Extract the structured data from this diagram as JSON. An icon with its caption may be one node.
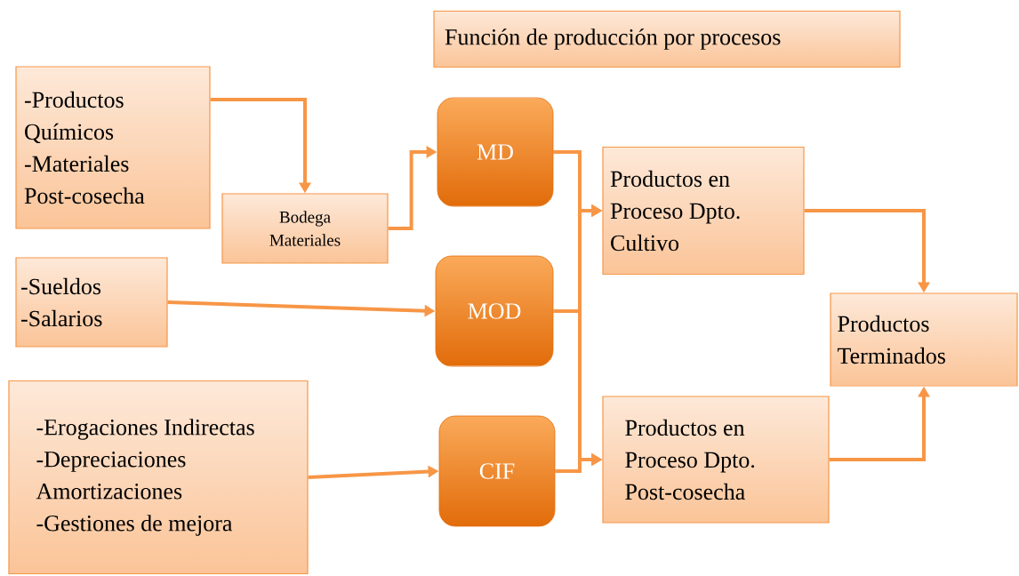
{
  "diagram": {
    "nodes": [
      {
        "text": [
          "Función de producción por procesos"
        ]
      },
      {
        "text": [
          "-Productos Químicos",
          "-Materiales Post-cosecha"
        ]
      },
      {
        "text": [
          "Bodega Materiales"
        ]
      },
      {
        "text": [
          "MD"
        ]
      },
      {
        "text": [
          "-Sueldos",
          "-Salarios"
        ]
      },
      {
        "text": [
          "MOD"
        ]
      },
      {
        "text": [
          "-Erogaciones Indirectas",
          "-Depreciaciones Amortizaciones",
          "-Gestiones de mejora"
        ]
      },
      {
        "text": [
          "CIF"
        ]
      },
      {
        "text": [
          "Productos en Proceso Dpto. Cultivo"
        ]
      },
      {
        "text": [
          "Productos en Proceso Dpto. Post-cosecha"
        ]
      },
      {
        "text": [
          "Productos Terminados"
        ]
      }
    ],
    "edges": [
      {
        "from": 1,
        "to": 2,
        "arrow": "to"
      },
      {
        "from": 2,
        "to": 3,
        "arrow": "to"
      },
      {
        "from": 4,
        "to": 5,
        "arrow": "to"
      },
      {
        "from": 6,
        "to": 7,
        "arrow": "to"
      },
      {
        "from": 3,
        "to": 8,
        "arrow": "to"
      },
      {
        "from": 3,
        "to": 9,
        "arrow": "to"
      },
      {
        "from": 5,
        "to": 8,
        "arrow": "to"
      },
      {
        "from": 5,
        "to": 9,
        "arrow": "to"
      },
      {
        "from": 7,
        "to": 8,
        "arrow": "to"
      },
      {
        "from": 7,
        "to": 9,
        "arrow": "to"
      },
      {
        "from": 8,
        "to": 10,
        "arrow": "to"
      },
      {
        "from": 9,
        "to": 10,
        "arrow": "to"
      }
    ]
  }
}
